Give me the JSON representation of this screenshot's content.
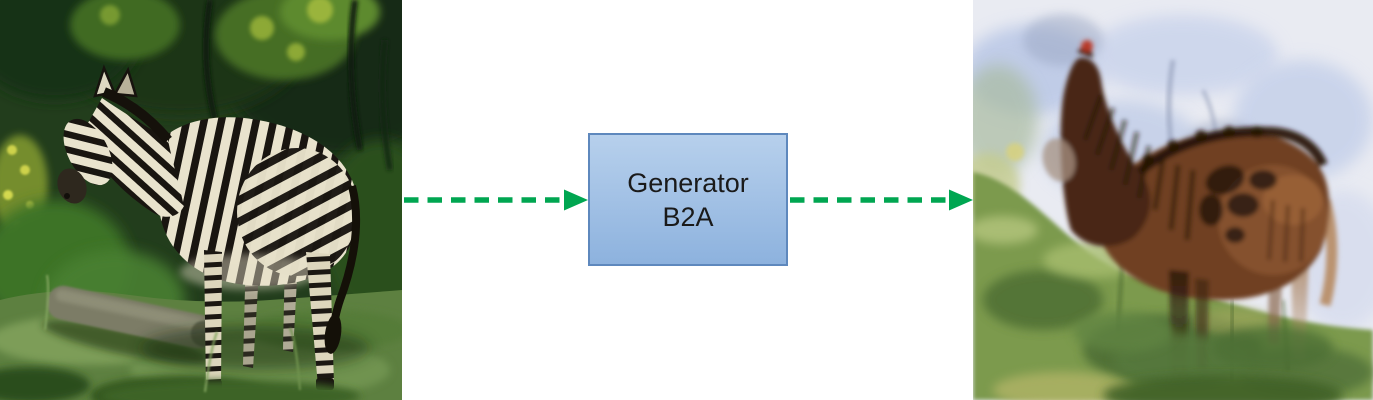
{
  "figure": {
    "input_image": {
      "label": "zebra-photo"
    },
    "generator": {
      "line1": "Generator",
      "line2": "B2A"
    },
    "output_image": {
      "label": "generated-horse-image"
    },
    "arrows": {
      "style": "dashed",
      "direction": "right",
      "count": 2
    },
    "colors": {
      "arrow": "#00a651",
      "box_fill_top": "#b7d0ec",
      "box_fill_bottom": "#8db2de",
      "box_border": "#5e88bd",
      "box_text": "#1a1a1a",
      "canvas_bg": "#ffffff"
    }
  }
}
